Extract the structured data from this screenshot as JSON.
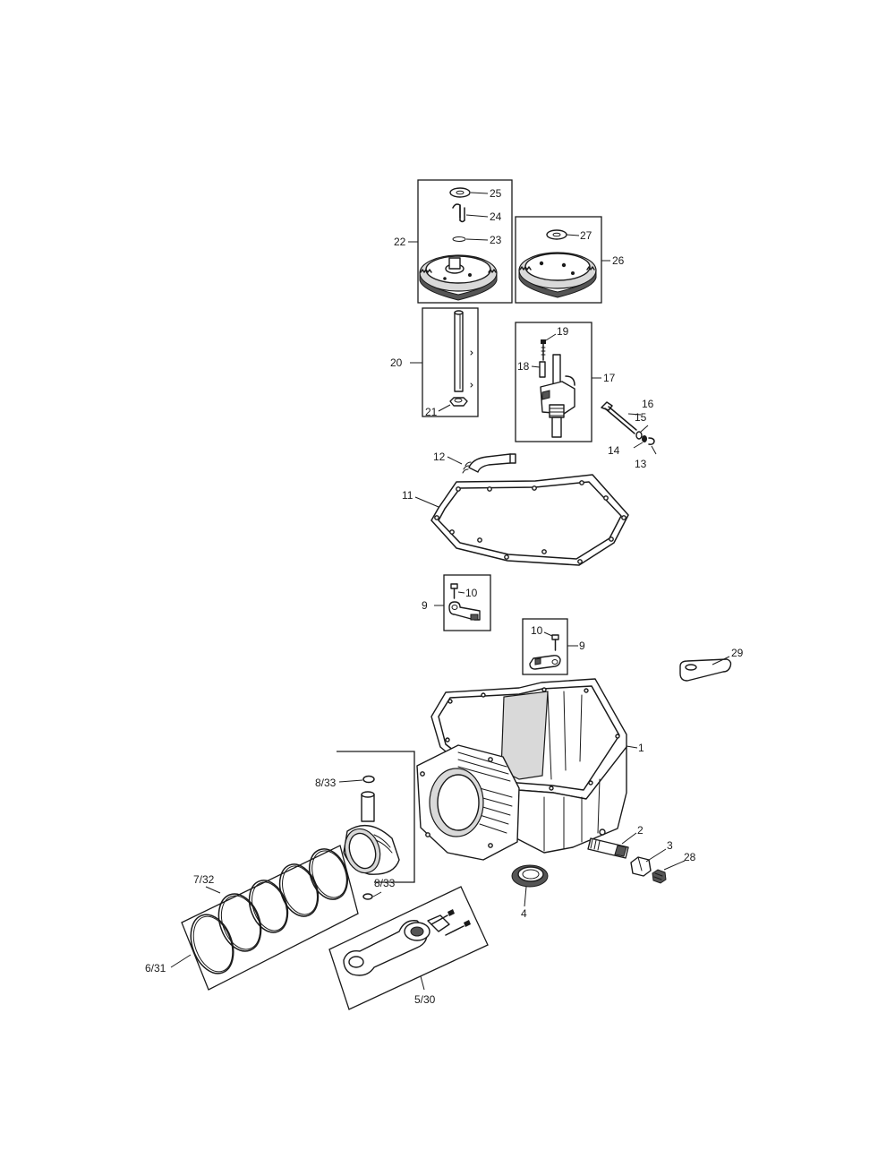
{
  "labels": {
    "l1": "1",
    "l2": "2",
    "l3": "3",
    "l4": "4",
    "l5_30": "5/30",
    "l6_31": "6/31",
    "l7_32": "7/32",
    "l8_33a": "8/33",
    "l8_33b": "8/33",
    "l9a": "9",
    "l9b": "9",
    "l10a": "10",
    "l10b": "10",
    "l11": "11",
    "l12": "12",
    "l13": "13",
    "l14": "14",
    "l15": "15",
    "l16": "16",
    "l17": "17",
    "l18": "18",
    "l19": "19",
    "l20": "20",
    "l21": "21",
    "l22": "22",
    "l23": "23",
    "l24": "24",
    "l25": "25",
    "l26": "26",
    "l27": "27",
    "l28": "28",
    "l29": "29"
  }
}
